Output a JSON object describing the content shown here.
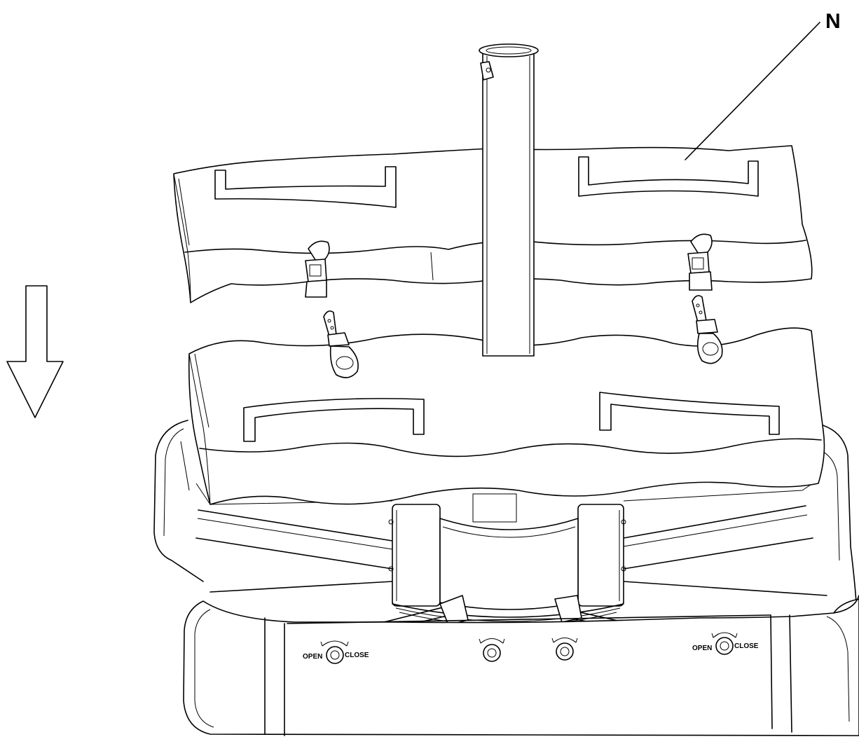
{
  "callout": {
    "label": "N"
  },
  "valves": {
    "left": {
      "open_label": "OPEN",
      "close_label": "CLOSE"
    },
    "right": {
      "open_label": "OPEN",
      "close_label": "CLOSE"
    }
  },
  "colors": {
    "line": "#000000",
    "background": "#ffffff"
  },
  "icons": [
    "down-arrow-icon",
    "rotate-arrow-icon",
    "buckle-icon",
    "handle-icon"
  ]
}
